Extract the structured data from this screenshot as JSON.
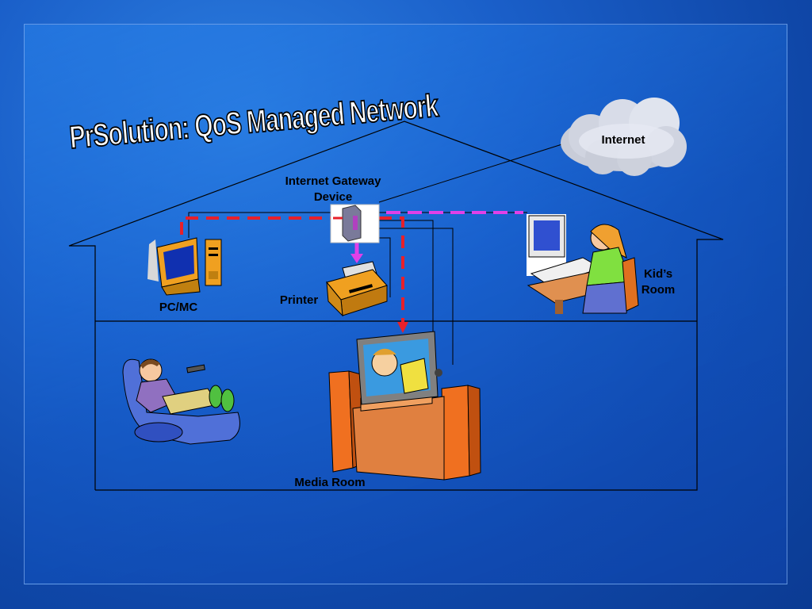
{
  "title": "PrSolution: QoS Managed Network",
  "labels": {
    "internet": "Internet",
    "gateway_line1": "Internet Gateway",
    "gateway_line2": "Device",
    "pc": "PC/MC",
    "printer": "Printer",
    "kids_room_line1": "Kid’s",
    "kids_room_line2": "Room",
    "media_room": "Media Room"
  },
  "colors": {
    "background": "#1a5fc9",
    "qos_link": "#e8202a",
    "printer_link": "#e040e8",
    "outline": "#000000"
  }
}
